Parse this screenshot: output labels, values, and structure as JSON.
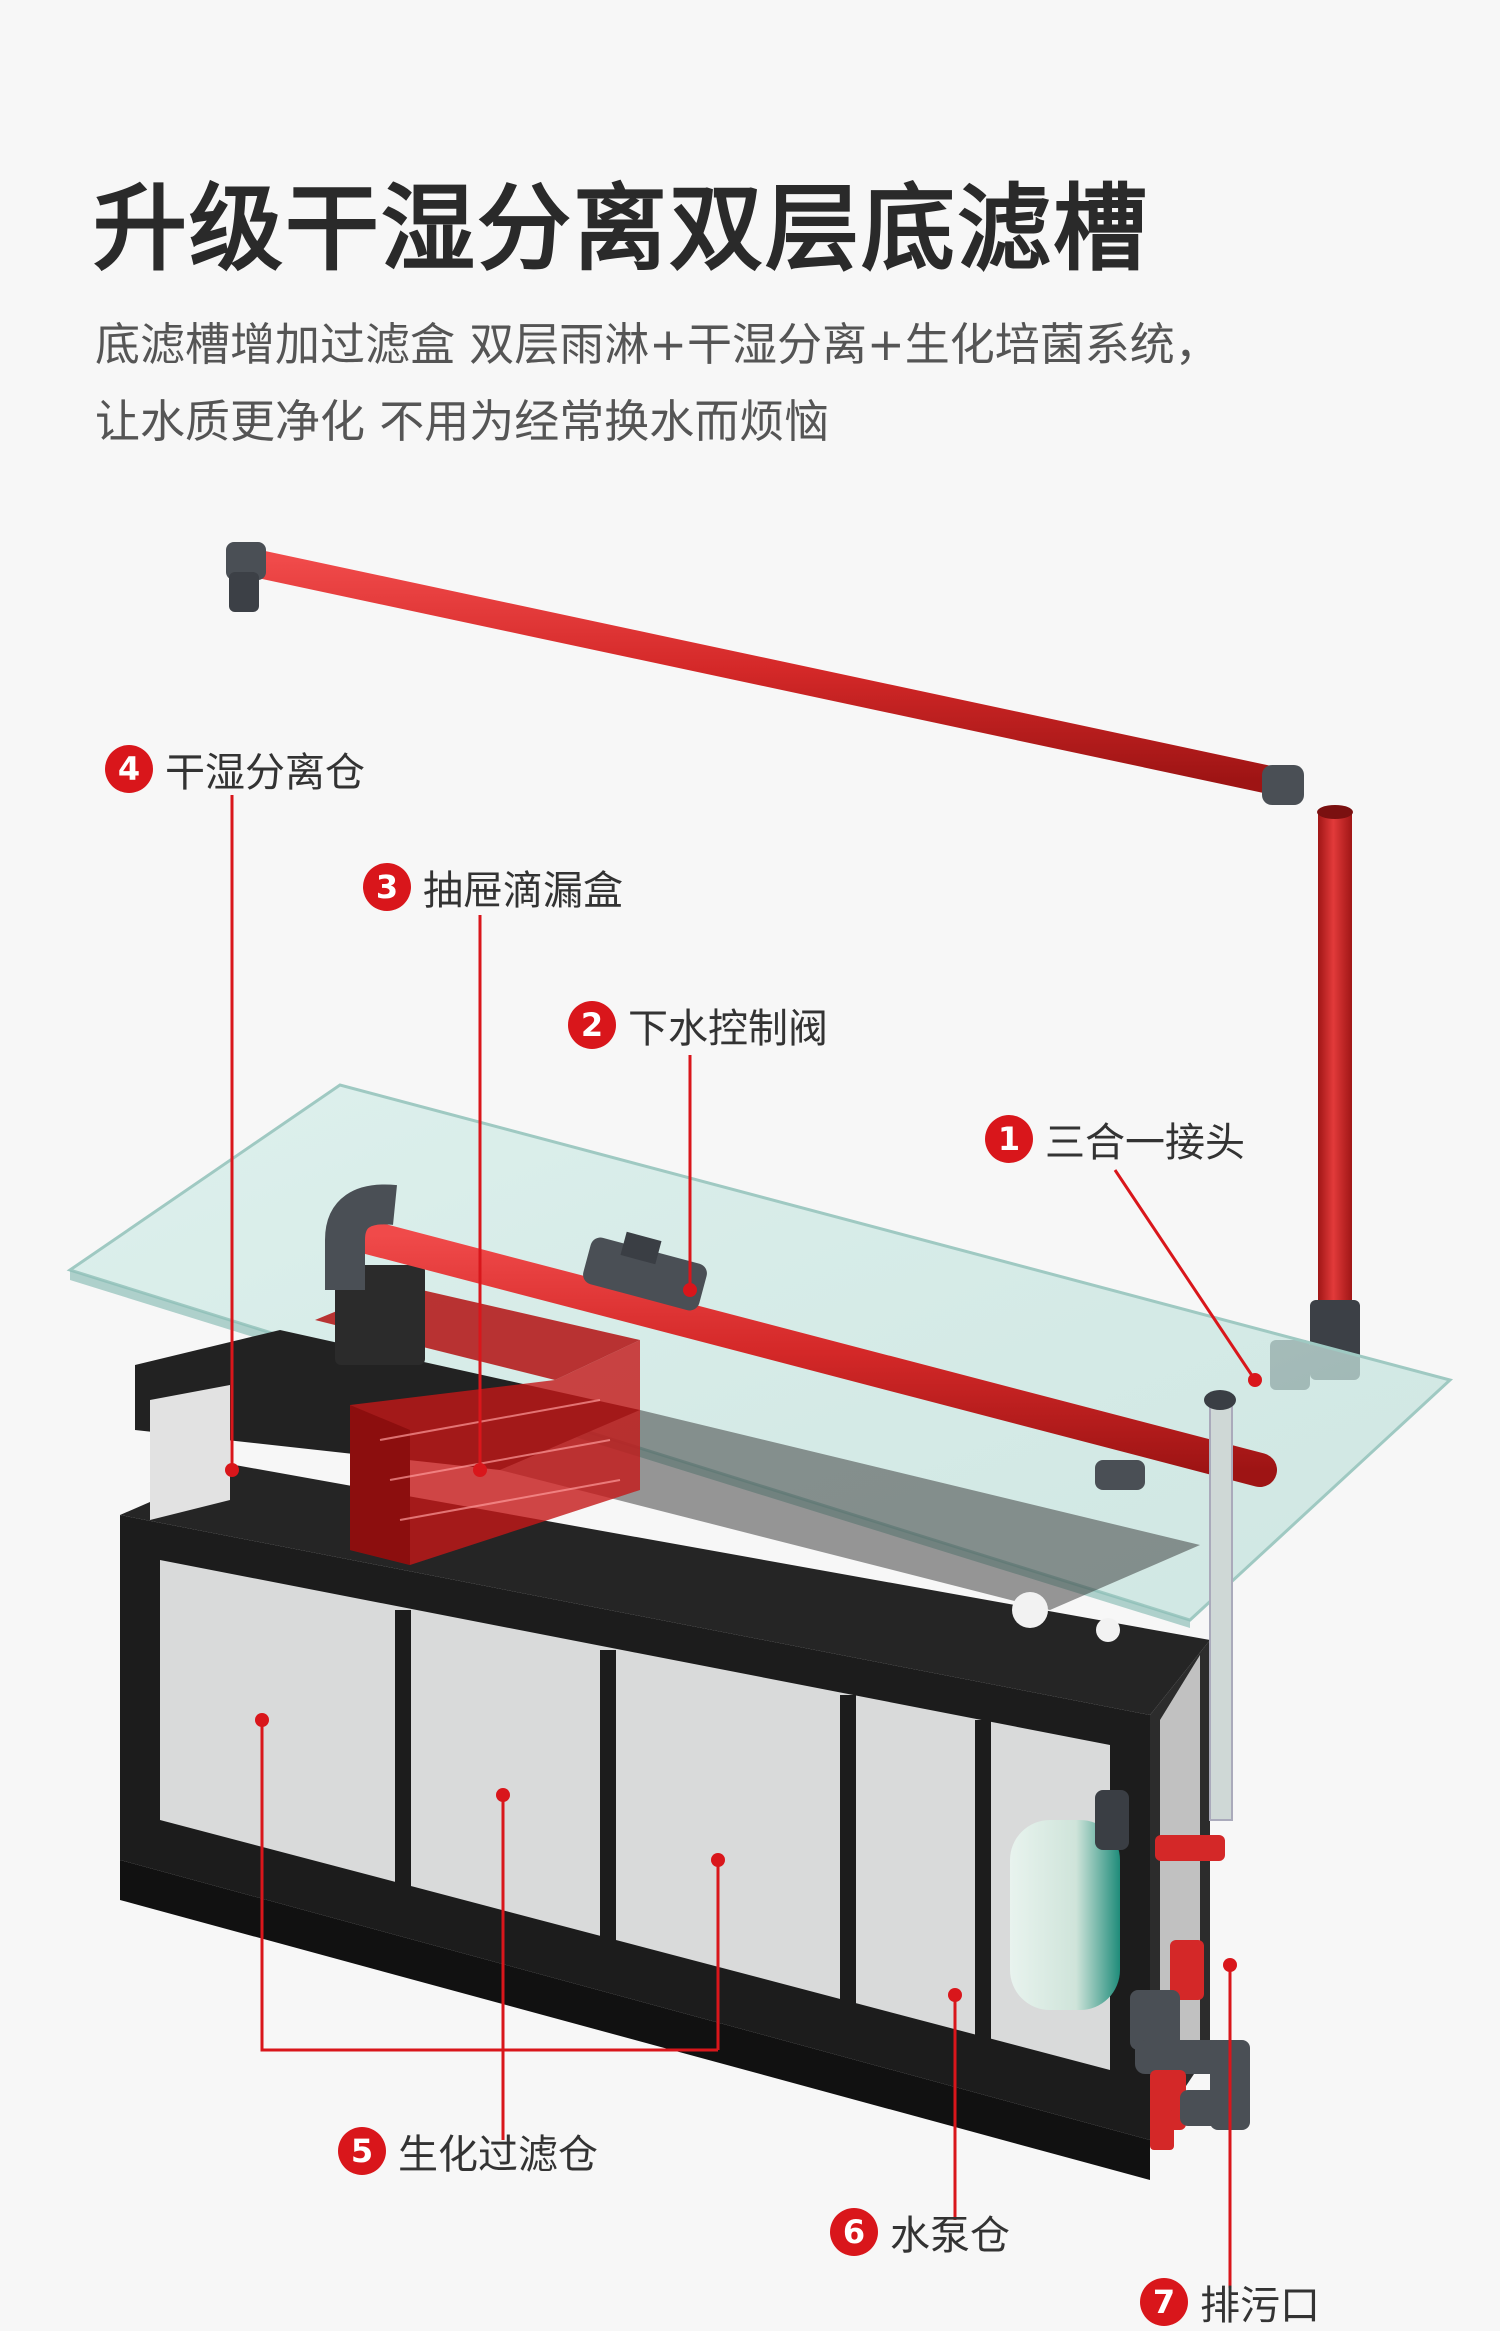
{
  "heading": {
    "title": "升级干湿分离双层底滤槽",
    "line1": "底滤槽增加过滤盒  双层雨淋+干湿分离+生化培菌系统，",
    "line2": "让水质更净化  不用为经常换水而烦恼"
  },
  "callouts": [
    {
      "num": "1",
      "label": "三合一接头"
    },
    {
      "num": "2",
      "label": "下水控制阀"
    },
    {
      "num": "3",
      "label": "抽屉滴漏盒"
    },
    {
      "num": "4",
      "label": "干湿分离仓"
    },
    {
      "num": "5",
      "label": "生化过滤仓"
    },
    {
      "num": "6",
      "label": "水泵仓"
    },
    {
      "num": "7",
      "label": "排污口"
    }
  ],
  "colors": {
    "accent": "#d9161b",
    "pipe": "#d42828",
    "tank": "#1c1c1c"
  }
}
